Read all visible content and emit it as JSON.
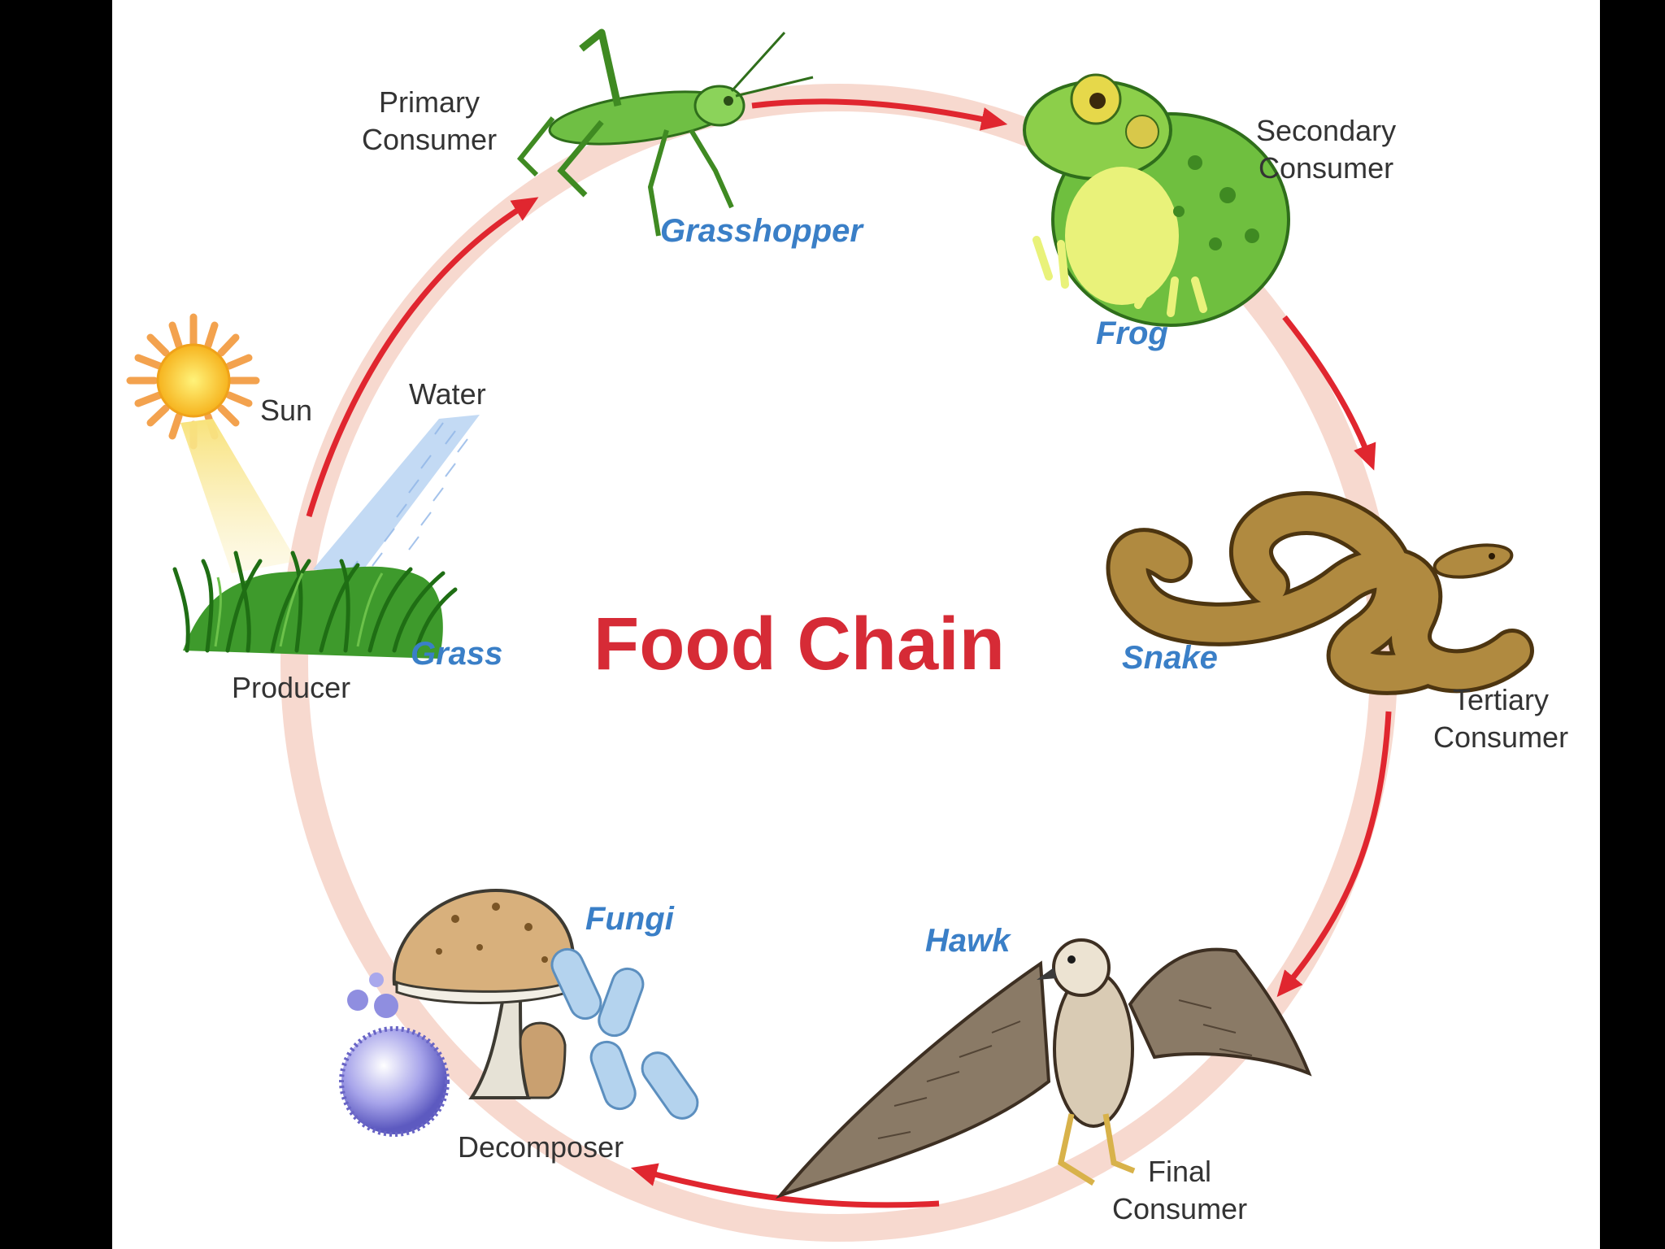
{
  "title": "Food Chain",
  "labels": {
    "sun": "Sun",
    "water": "Water",
    "producer": "Producer",
    "primary_consumer": [
      "Primary",
      "Consumer"
    ],
    "secondary_consumer": [
      "Secondary",
      "Consumer"
    ],
    "tertiary_consumer": [
      "Tertiary",
      "Consumer"
    ],
    "final_consumer": [
      "Final",
      "Consumer"
    ],
    "decomposer": "Decomposer"
  },
  "organisms": {
    "grass": "Grass",
    "grasshopper": "Grasshopper",
    "frog": "Frog",
    "snake": "Snake",
    "hawk": "Hawk",
    "fungi": "Fungi"
  },
  "colors": {
    "arrow": "#e0262f",
    "ring": "#f7d9cf",
    "title": "#d62b36",
    "organism_name": "#3a7fc7"
  }
}
